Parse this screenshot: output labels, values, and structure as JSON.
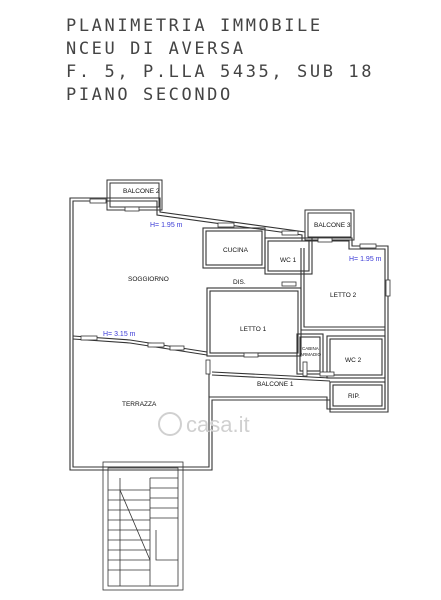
{
  "title_lines": [
    "PLANIMETRIA IMMOBILE",
    "NCEU DI AVERSA",
    "F. 5, P.LLA 5435, SUB 18",
    "PIANO SECONDO"
  ],
  "rooms": {
    "balcone_2": "BALCONE 2",
    "balcone_3": "BALCONE 3",
    "cucina": "CUCINA",
    "wc_1": "WC 1",
    "soggiorno": "SOGGIORNO",
    "dis": "DIS.",
    "letto_2": "LETTO 2",
    "letto_1": "LETTO 1",
    "cabina_line1": "CABINA",
    "cabina_line2": "ARMADIO",
    "wc_2": "WC 2",
    "balcone_1": "BALCONE 1",
    "rip": "RIP.",
    "terrazza": "TERRAZZA"
  },
  "heights": {
    "soggiorno": "H= 1.95 m",
    "letto_2": "H= 1.95 m",
    "lower": "H= 3.15 m"
  },
  "watermark": "casa.it",
  "colors": {
    "height_text": "#3b3bd6",
    "walls": "#333333",
    "watermark": "#d0d0d0"
  }
}
